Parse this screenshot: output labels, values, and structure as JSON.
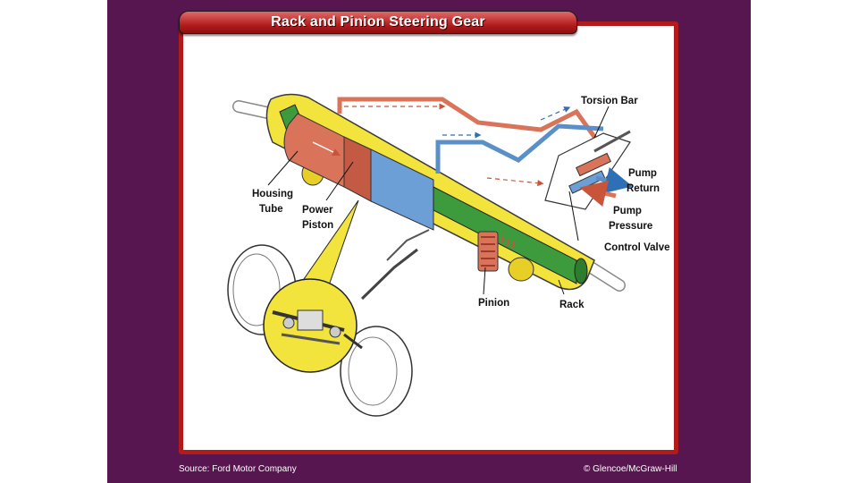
{
  "title": "Rack and Pinion Steering Gear",
  "labels": {
    "torsion_bar": "Torsion Bar",
    "pump_return_1": "Pump",
    "pump_return_2": "Return",
    "pump_pressure_1": "Pump",
    "pump_pressure_2": "Pressure",
    "control_valve": "Control Valve",
    "housing_tube_1": "Housing",
    "housing_tube_2": "Tube",
    "power_piston_1": "Power",
    "power_piston_2": "Piston",
    "pinion": "Pinion",
    "rack": "Rack"
  },
  "footer": {
    "source": "Source: Ford Motor Company",
    "credit": "© Glencoe/McGraw-Hill"
  },
  "colors": {
    "slide_background": "#57164f",
    "frame": "#b11b1b",
    "housing": "#f2e43c",
    "rack": "#3d9b3d",
    "piston_red": "#d9745a",
    "piston_blue": "#6b9fd6",
    "return_line": "#5b8fc8",
    "pressure_line": "#d9745a"
  }
}
